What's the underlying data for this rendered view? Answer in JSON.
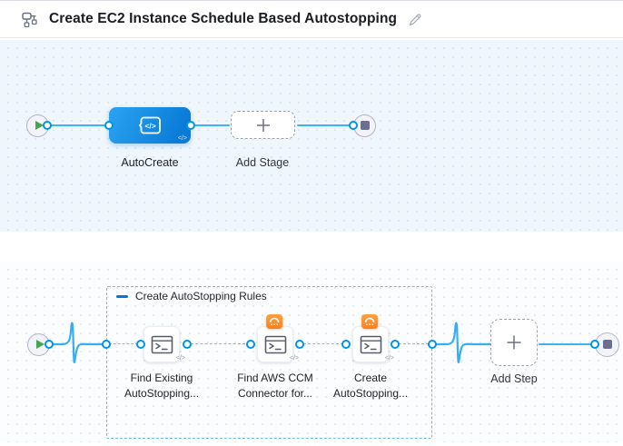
{
  "header": {
    "title": "Create EC2 Instance Schedule Based Autostopping"
  },
  "stage_canvas": {
    "stage_label": "AutoCreate",
    "add_stage_label": "Add Stage"
  },
  "step_canvas": {
    "group_label": "Create AutoStopping Rules",
    "steps": [
      {
        "line1": "Find Existing",
        "line2": "AutoStopping..."
      },
      {
        "line1": "Find AWS CCM",
        "line2": "Connector for..."
      },
      {
        "line1": "Create",
        "line2": "AutoStopping..."
      }
    ],
    "add_step_label": "Add Step"
  },
  "icons": {
    "code_glyph": "</>"
  },
  "colors": {
    "accent_blue": "#0278d5",
    "connector_blue": "#41b2f0",
    "stage_gradient_start": "#2ba3f1",
    "stage_gradient_end": "#0a7cd8",
    "group_border_blue": "#6db9ea",
    "badge_orange": "#fb7e1e",
    "play_green": "#46a54f",
    "end_square_gray": "#6b7090"
  }
}
